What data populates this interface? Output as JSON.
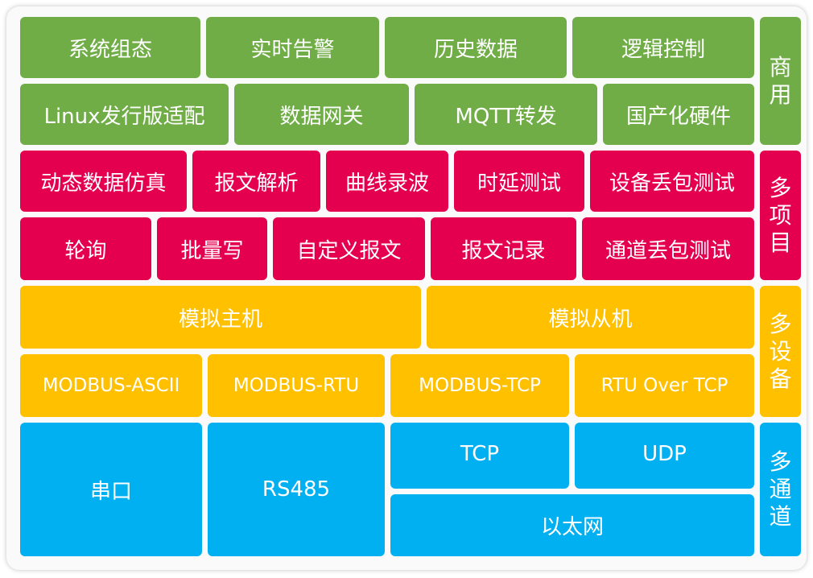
{
  "layers": {
    "commercial": {
      "side_chars": [
        "商",
        "用"
      ],
      "row1": [
        "系统组态",
        "实时告警",
        "历史数据",
        "逻辑控制"
      ],
      "row2": [
        "Linux发行版适配",
        "数据网关",
        "MQTT转发",
        "国产化硬件"
      ]
    },
    "multi_project": {
      "side_chars": [
        "多",
        "项",
        "目"
      ],
      "row1": [
        "动态数据仿真",
        "报文解析",
        "曲线录波",
        "时延测试",
        "设备丢包测试"
      ],
      "row2": [
        "轮询",
        "批量写",
        "自定义报文",
        "报文记录",
        "通道丢包测试"
      ]
    },
    "multi_device": {
      "side_chars": [
        "多",
        "设",
        "备"
      ],
      "row1": [
        "模拟主机",
        "模拟从机"
      ],
      "row2": [
        "MODBUS-ASCII",
        "MODBUS-RTU",
        "MODBUS-TCP",
        "RTU Over TCP"
      ]
    },
    "multi_channel": {
      "side_chars": [
        "多",
        "通",
        "道"
      ],
      "serial": "串口",
      "rs485": "RS485",
      "tcp": "TCP",
      "udp": "UDP",
      "ethernet": "以太网"
    }
  },
  "colors": {
    "commercial": "#70ad47",
    "multi_project": "#e5004f",
    "multi_device": "#ffc000",
    "multi_channel": "#00b0f0"
  }
}
